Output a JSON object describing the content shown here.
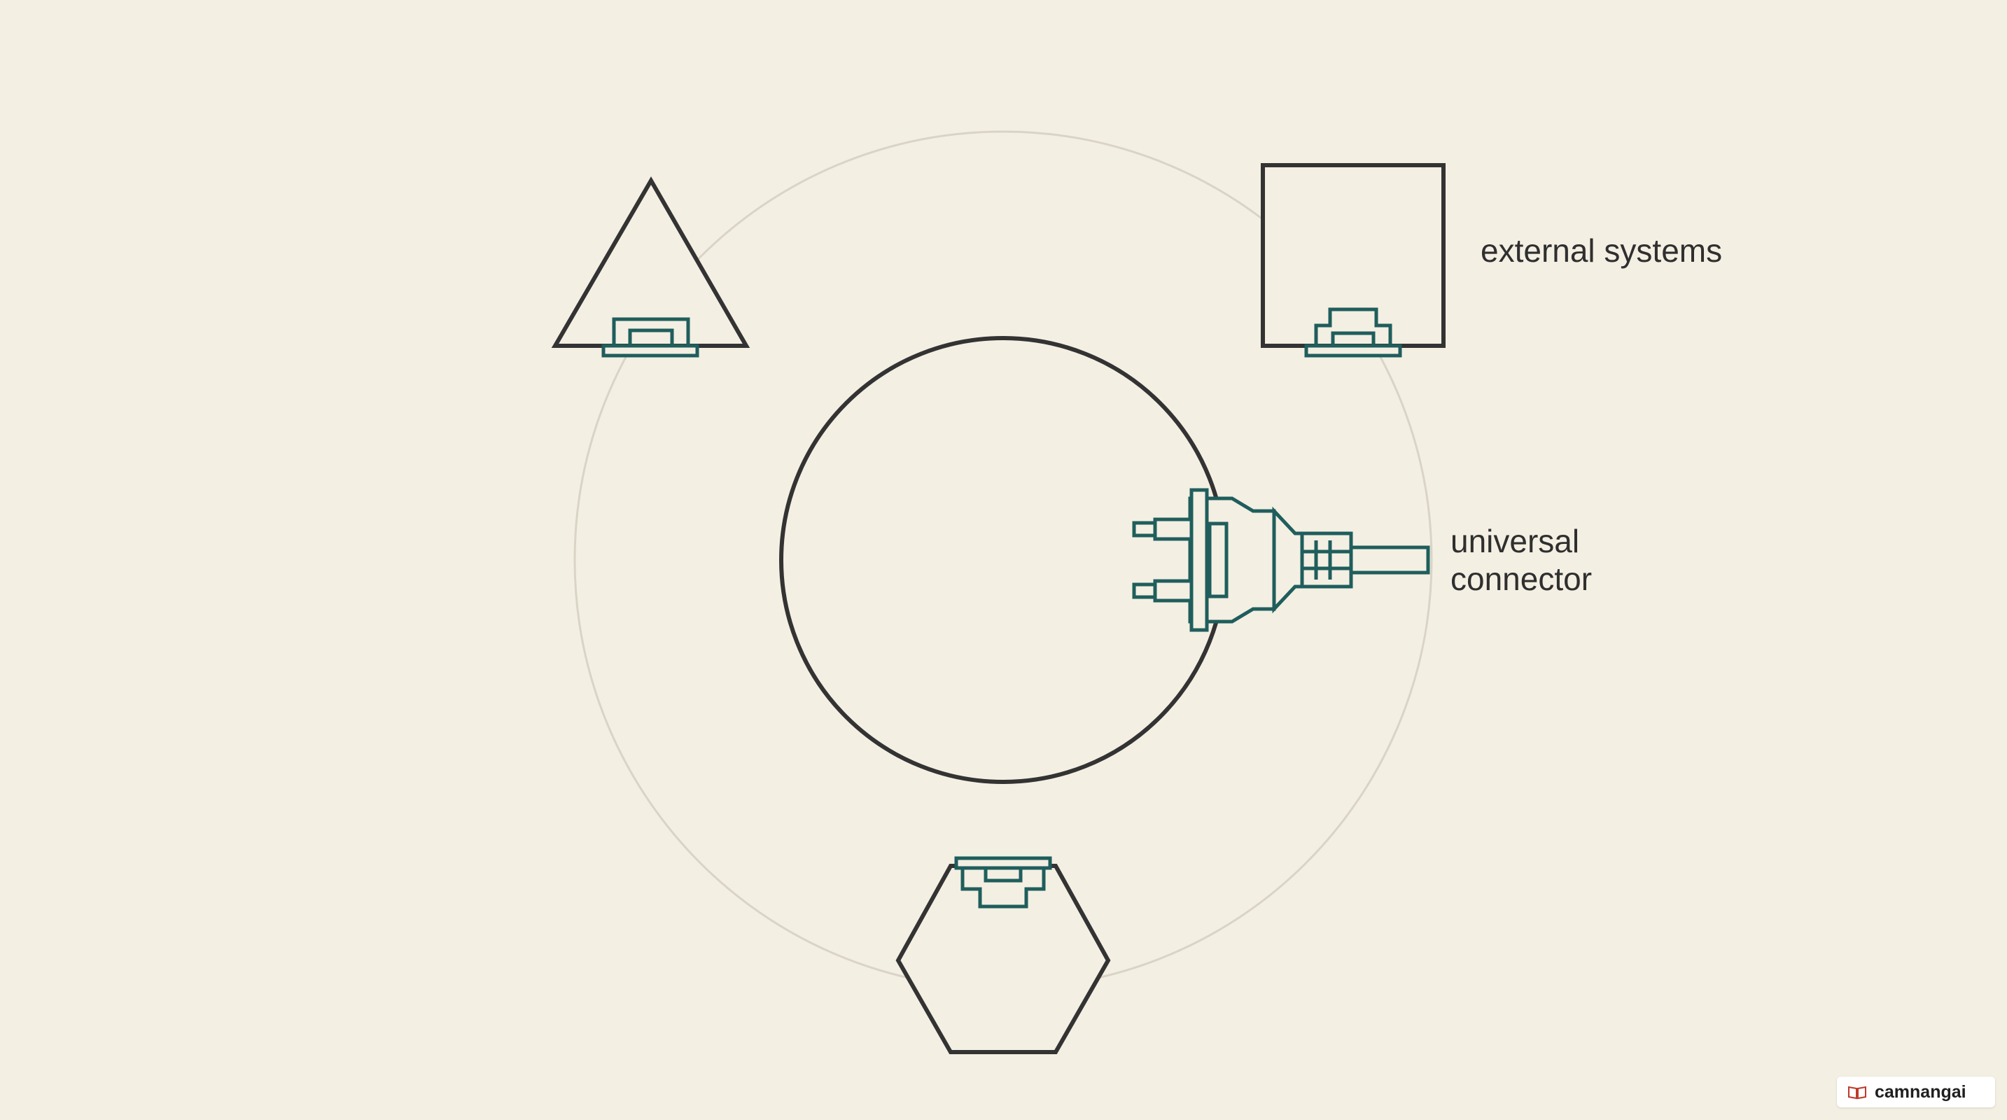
{
  "labels": {
    "external_systems": "external systems",
    "universal_connector_line1": "universal",
    "universal_connector_line2": "connector"
  },
  "watermark": {
    "text": "camnangai",
    "icon": "book-icon"
  },
  "colors": {
    "background": "#f4efe3",
    "outline": "#333333",
    "ring": "#d9d4c6",
    "connector": "#1f5e5c"
  }
}
